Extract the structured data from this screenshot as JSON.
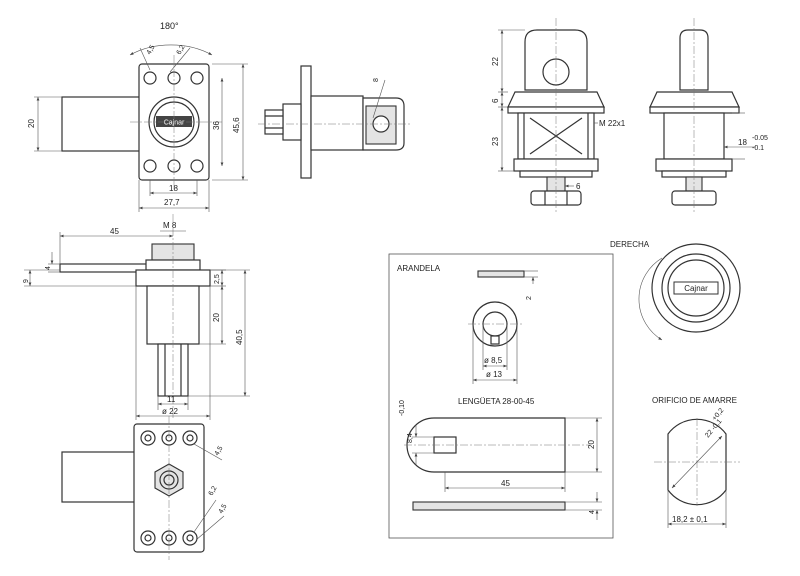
{
  "views": {
    "top_left": {
      "rotation": "180°",
      "d45": "4,5",
      "d62": "6,2",
      "h20": "20",
      "h36": "36",
      "h456": "45,6",
      "w18": "18",
      "w277": "27,7",
      "logo": "Cajnar"
    },
    "side_small": {
      "d8": "8"
    },
    "front_right": {
      "d22": "22",
      "d6": "6",
      "d23": "23",
      "thread": "M 22x1",
      "d6b": "6"
    },
    "side_right": {
      "d18": "18",
      "tol_up": "-0.05",
      "tol_dn": "-0.1"
    },
    "mid_left": {
      "d45": "45",
      "m8": "M 8",
      "d4": "4",
      "d9": "9",
      "d25": "2,5",
      "d20": "20",
      "d405": "40,5",
      "d11": "11",
      "d22": "ø 22"
    },
    "bottom_left": {
      "d45a": "4,5",
      "d62": "6,2",
      "d45b": "4,5"
    },
    "arandela": {
      "title": "ARANDELA",
      "d2": "2",
      "d85": "ø 8,5",
      "d13": "ø 13"
    },
    "lengueta": {
      "title": "LENGÜETA 28-00-45",
      "tol_top": "0",
      "tol_val": "8,4",
      "tol_bot": "-0,1",
      "d20": "20",
      "d45": "45",
      "d4": "4"
    },
    "derecha": {
      "title": "DERECHA",
      "logo": "Cajnar"
    },
    "orificio": {
      "title": "ORIFICIO DE AMARRE",
      "d22": "22 -0,1",
      "d02": "+0,2",
      "d182": "18,2 ± 0,1"
    }
  }
}
